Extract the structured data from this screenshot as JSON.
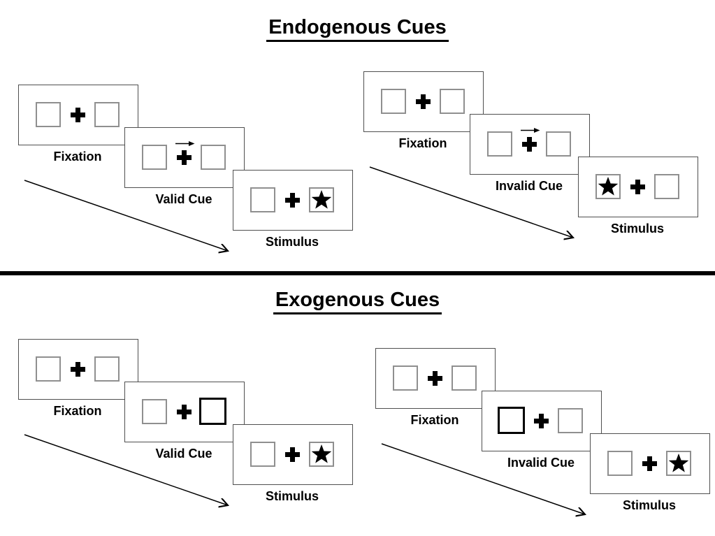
{
  "page": {
    "background": "#ffffff"
  },
  "colors": {
    "ink": "#000000",
    "panel_border": "#4f4f4f",
    "box_border": "#8f8f8f",
    "highlight_border": "#000000"
  },
  "icons": {
    "star": "★",
    "fixation_cross": "+",
    "cue_arrow": "→",
    "sequence_arrow": "↘"
  },
  "sections": [
    {
      "title": "Endogenous Cues",
      "groups": [
        {
          "name": "endogenous-valid",
          "trial_type": "Valid Cue",
          "panels": [
            {
              "label": "Fixation",
              "left_box": "empty",
              "right_box": "empty",
              "cue_arrow": false
            },
            {
              "label": "Valid Cue",
              "left_box": "empty",
              "right_box": "empty",
              "cue_arrow": true
            },
            {
              "label": "Stimulus",
              "left_box": "empty",
              "right_box": "star",
              "cue_arrow": false
            }
          ]
        },
        {
          "name": "endogenous-invalid",
          "trial_type": "Invalid Cue",
          "panels": [
            {
              "label": "Fixation",
              "left_box": "empty",
              "right_box": "empty",
              "cue_arrow": false
            },
            {
              "label": "Invalid Cue",
              "left_box": "empty",
              "right_box": "empty",
              "cue_arrow": true
            },
            {
              "label": "Stimulus",
              "left_box": "star",
              "right_box": "empty",
              "cue_arrow": false
            }
          ]
        }
      ]
    },
    {
      "title": "Exogenous Cues",
      "groups": [
        {
          "name": "exogenous-valid",
          "trial_type": "Valid Cue",
          "panels": [
            {
              "label": "Fixation",
              "left_box": "empty",
              "right_box": "empty",
              "cue_arrow": false
            },
            {
              "label": "Valid Cue",
              "left_box": "empty",
              "right_box": "highlight",
              "cue_arrow": false
            },
            {
              "label": "Stimulus",
              "left_box": "empty",
              "right_box": "star",
              "cue_arrow": false
            }
          ]
        },
        {
          "name": "exogenous-invalid",
          "trial_type": "Invalid Cue",
          "panels": [
            {
              "label": "Fixation",
              "left_box": "empty",
              "right_box": "empty",
              "cue_arrow": false
            },
            {
              "label": "Invalid Cue",
              "left_box": "highlight",
              "right_box": "empty",
              "cue_arrow": false
            },
            {
              "label": "Stimulus",
              "left_box": "empty",
              "right_box": "star",
              "cue_arrow": false
            }
          ]
        }
      ]
    }
  ]
}
